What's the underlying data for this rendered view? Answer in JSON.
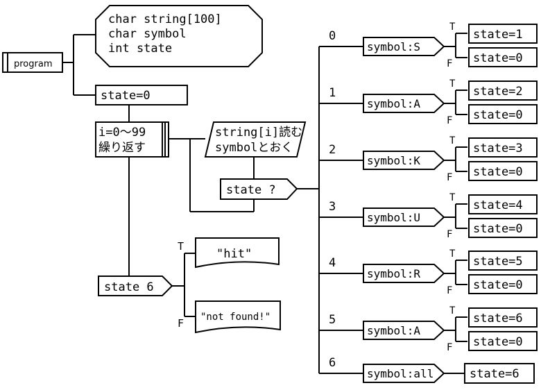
{
  "program_label": "program",
  "declarations": [
    "char string[100]",
    "char symbol",
    "int  state"
  ],
  "init_state": "state=0",
  "loop": {
    "line1": "i=0～99",
    "line2": "繰り返す"
  },
  "read_io": {
    "line1": "string[i]読む",
    "line2": "symbolとおく"
  },
  "switch_label": "state ?",
  "check_label": "state 6",
  "hit_text": "\"hit\"",
  "notfound_text": "\"not found!\"",
  "true_label": "T",
  "false_label": "F",
  "cases": [
    {
      "case_label": "0",
      "condition": "symbol:S",
      "true_action": "state=1",
      "false_action": "state=0"
    },
    {
      "case_label": "1",
      "condition": "symbol:A",
      "true_action": "state=2",
      "false_action": "state=0"
    },
    {
      "case_label": "2",
      "condition": "symbol:K",
      "true_action": "state=3",
      "false_action": "state=0"
    },
    {
      "case_label": "3",
      "condition": "symbol:U",
      "true_action": "state=4",
      "false_action": "state=0"
    },
    {
      "case_label": "4",
      "condition": "symbol:R",
      "true_action": "state=5",
      "false_action": "state=0"
    },
    {
      "case_label": "5",
      "condition": "symbol:A",
      "true_action": "state=6",
      "false_action": "state=0"
    },
    {
      "case_label": "6",
      "condition": "symbol:all",
      "true_action": "state=6",
      "false_action": ""
    }
  ]
}
